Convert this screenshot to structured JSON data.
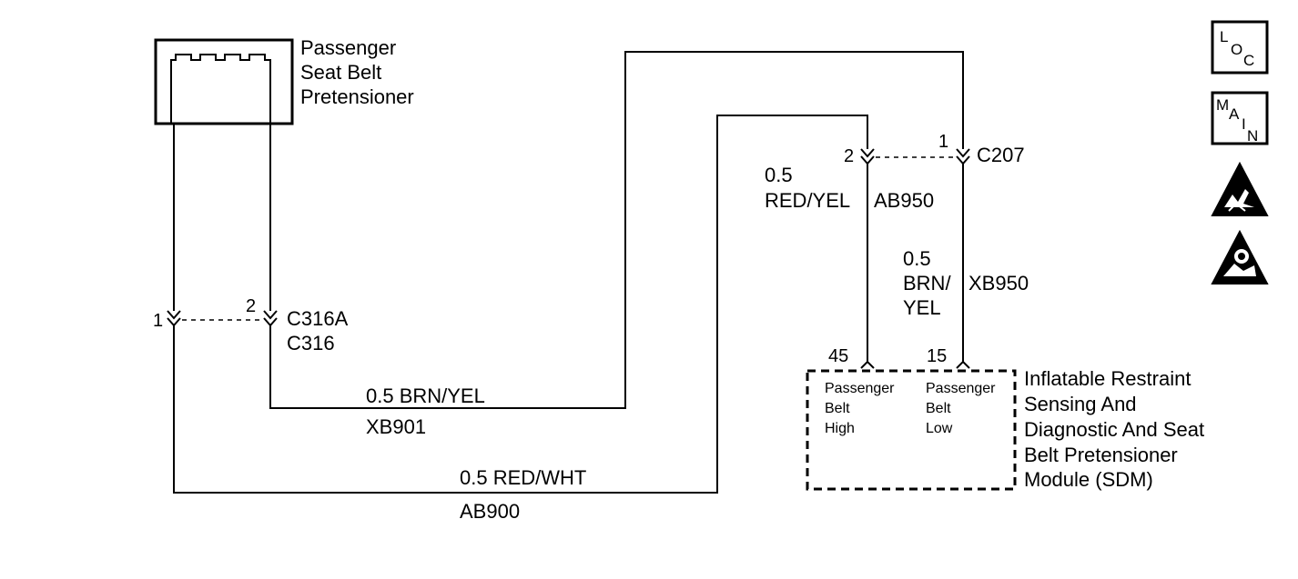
{
  "component_top": {
    "name_lines": [
      "Passenger",
      "Seat Belt",
      "Pretensioner"
    ]
  },
  "connectors": {
    "c316": {
      "pin_left": "1",
      "pin_right": "2",
      "label_a": "C316A",
      "label_b": "C316"
    },
    "c207": {
      "pin_left": "2",
      "pin_right": "1",
      "label": "C207"
    }
  },
  "wires": {
    "xb901": {
      "gauge_color": "0.5 BRN/YEL",
      "circuit": "XB901"
    },
    "ab900": {
      "gauge_color": "0.5 RED/WHT",
      "circuit": "AB900"
    },
    "ab950": {
      "gauge": "0.5",
      "color": "RED/YEL",
      "circuit": "AB950"
    },
    "xb950": {
      "gauge": "0.5",
      "color_line1": "BRN/",
      "color_line2": "YEL",
      "circuit": "XB950"
    }
  },
  "module": {
    "pin_high": "45",
    "pin_low": "15",
    "terminal_high_lines": [
      "Passenger",
      "Belt",
      "High"
    ],
    "terminal_low_lines": [
      "Passenger",
      "Belt",
      "Low"
    ],
    "name_lines": [
      "Inflatable Restraint",
      "Sensing And",
      "Diagnostic And Seat",
      "Belt Pretensioner",
      "Module  (SDM)"
    ]
  },
  "side_icons": {
    "loc": {
      "letters": [
        "L",
        "O",
        "C"
      ],
      "icon": "loc-icon"
    },
    "main": {
      "letters": [
        "M",
        "A",
        "I",
        "N"
      ],
      "icon": "main-icon"
    },
    "esd": {
      "icon": "esd-warning-icon"
    },
    "airbag": {
      "icon": "airbag-warning-icon"
    }
  }
}
